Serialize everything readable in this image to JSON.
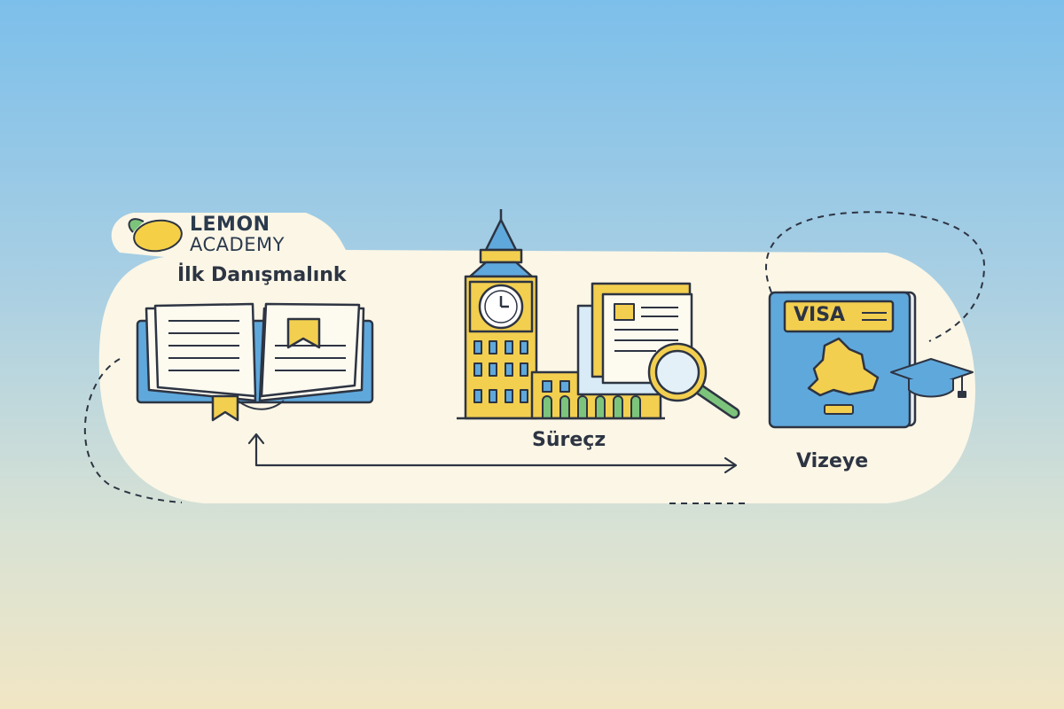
{
  "brand": {
    "line1": "LEMON",
    "line2": "ACADEMY"
  },
  "steps": [
    {
      "label": "İlk Danışmalınk",
      "icon": "open-book-icon"
    },
    {
      "label": "Süreçz",
      "icon": "big-ben-icon"
    },
    {
      "label": "Vizeye",
      "icon": "visa-passport-icon"
    }
  ],
  "passport": {
    "badge_text": "VISA"
  },
  "colors": {
    "navy": "#2d3442",
    "cream": "#fbf6e6",
    "lemon": "#f3cf50",
    "blue": "#5fa8dc",
    "green": "#7cc47b"
  }
}
